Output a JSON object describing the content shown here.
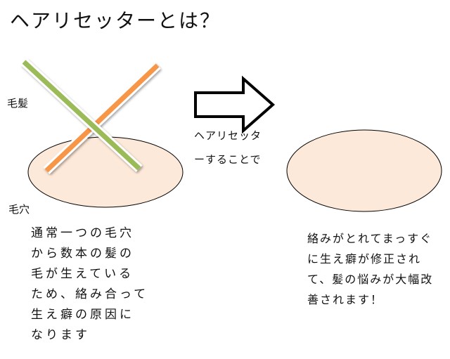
{
  "title": "ヘアリセッターとは？",
  "labels": {
    "hair": "毛髪",
    "pore": "毛穴"
  },
  "arrow_text": [
    "ヘアリセッタ",
    "ーすることで"
  ],
  "before_text": [
    "通常一つの毛穴",
    "から数本の髪の",
    "毛が生えている",
    "ため、絡み合って",
    "生え癖の原因に",
    "なります"
  ],
  "after_text": [
    "絡みがとれてまっすぐ",
    "に生え癖が修正され",
    "て、髪の悩みが大幅改",
    "善されます！"
  ],
  "colors": {
    "green": "#9bbb59",
    "blue": "#4bacc6",
    "red": "#c0504d",
    "orange": "#f79646",
    "pore_fill": "#fde9d9",
    "arrow_fill": "#ffffff"
  }
}
